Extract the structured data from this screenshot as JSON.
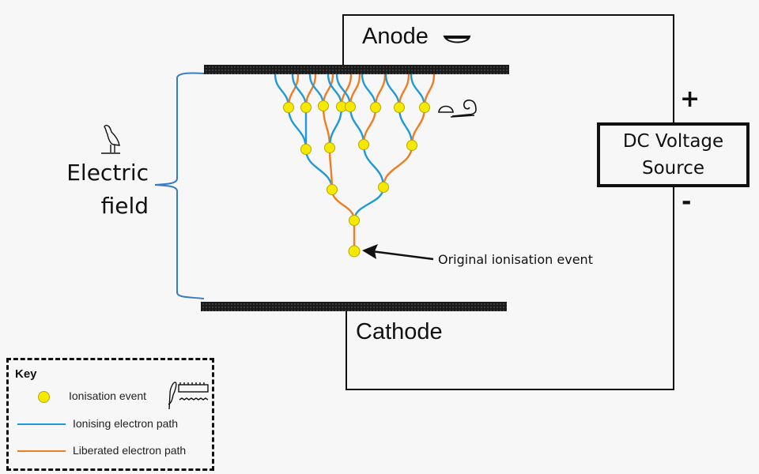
{
  "diagram": {
    "title": "Townsend avalanche ionisation",
    "anode": {
      "label": "Anode"
    },
    "cathode": {
      "label": "Cathode"
    },
    "electric_field": {
      "line1": "Electric",
      "line2": "field"
    },
    "dc_source": {
      "line1": "DC Voltage",
      "line2": "Source",
      "plus": "+",
      "minus": "-"
    },
    "annotation": {
      "original_event": "Original ionisation event"
    },
    "colors": {
      "ionising_path": "#1f9ad6",
      "liberated_path": "#ef7d22",
      "ionisation_event": "#f5e900",
      "bracket": "#3a7cc4",
      "plates": "#1a1a1a"
    },
    "icons": {
      "anode_glyph": "bread-loaf-hieroglyph-icon",
      "electric_field_glyph": "bird-hieroglyph-icon",
      "tree_side_glyph": "loaf-and-horned-viper-hieroglyph-icon",
      "key_glyph": "reed-and-water-hieroglyph-icon"
    },
    "avalanche": {
      "levels": 5,
      "events_per_level": [
        1,
        1,
        2,
        4,
        8
      ]
    }
  },
  "key": {
    "title": "Key",
    "items": [
      {
        "symbol": "yellow-dot",
        "label": "Ionisation event"
      },
      {
        "symbol": "blue-line",
        "label": "Ionising electron path"
      },
      {
        "symbol": "orange-line",
        "label": "Liberated electron path"
      }
    ]
  }
}
